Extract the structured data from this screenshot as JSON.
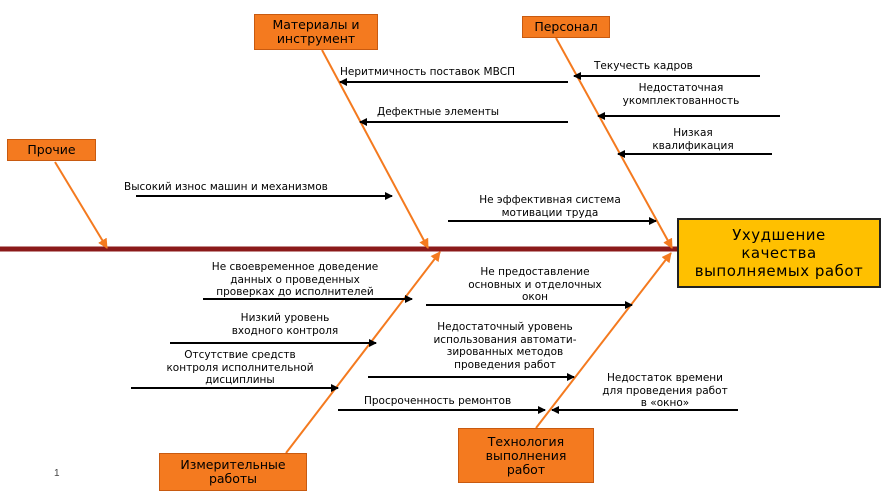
{
  "effect": "Ухудшение\nкачества\nвыполняемых работ",
  "categories": {
    "materials": "Материалы и\nинструмент",
    "personnel": "Персонал",
    "other": "Прочие",
    "measurement": "Измерительные\nработы",
    "technology": "Технология\nвыполнения\nработ"
  },
  "causes": {
    "irregular_supply": "Неритмичность поставок МВСП",
    "defective_elements": "Дефектные элементы",
    "staff_turnover": "Текучесть кадров",
    "understaffing": "Недостаточная\nукомплектованность",
    "low_qualification": "Низкая\nквалификация",
    "equipment_wear": "Высокий износ машин и механизмов",
    "motivation": "Не эффективная система\nмотивации труда",
    "late_data": "Не своевременное доведение\nданных о проведенных\nпроверках до исполнителей",
    "low_input_control": "Низкий уровень\nвходного контроля",
    "no_discipline_control": "Отсутствие средств\nконтроля исполнительной\nдисциплины",
    "no_windows": "Не предоставление\nосновных и отделочных\nокон",
    "automation": "Недостаточный уровень\nиспользования автомати-\nзированных методов\nпроведения работ",
    "overdue_repairs": "Просроченность ремонтов",
    "time_shortage": "Недостаток времени\nдля проведения работ\nв «окно»"
  },
  "page_number": "1",
  "colors": {
    "spine": "#8b1a1a",
    "bone": "#f47a1f",
    "effect_fill": "#ffc000",
    "category_fill": "#f47a1f"
  }
}
